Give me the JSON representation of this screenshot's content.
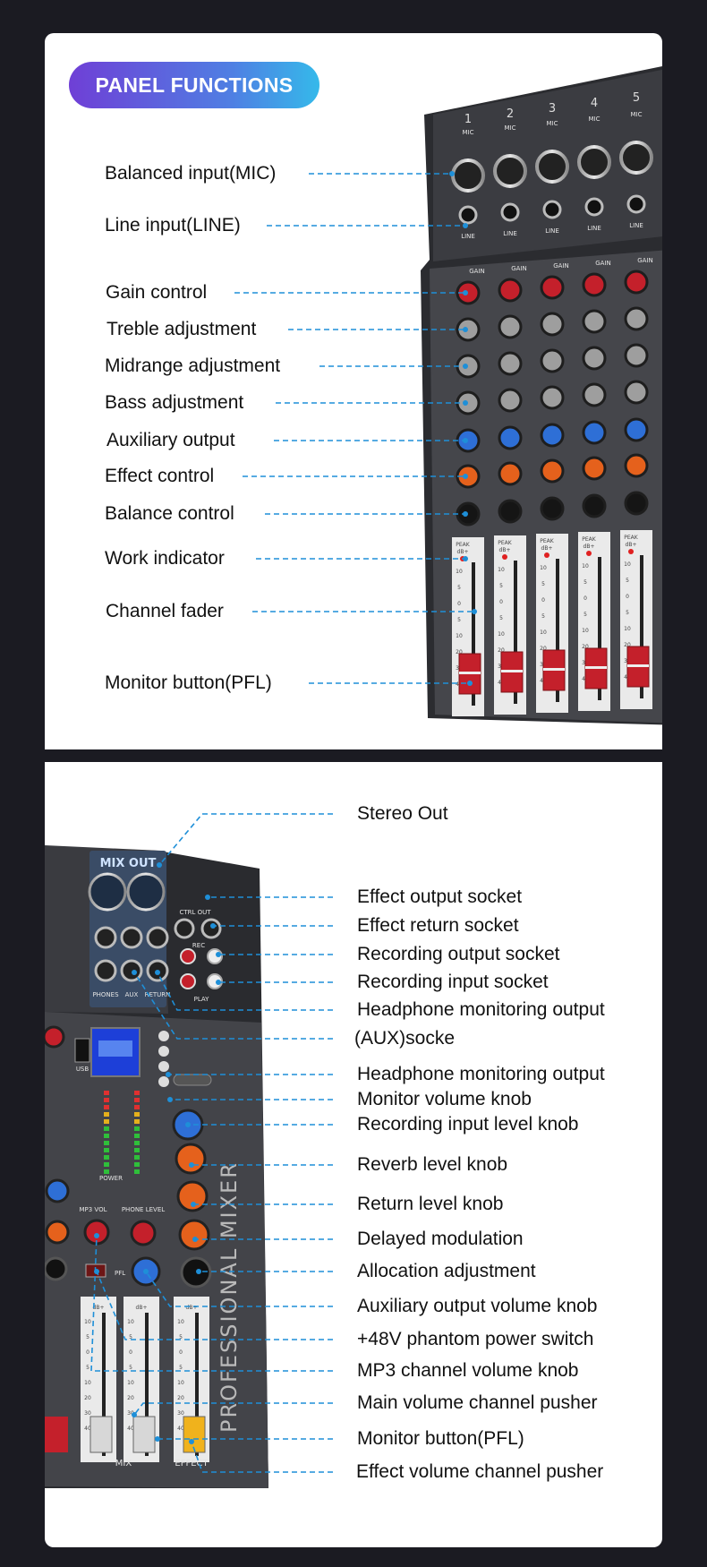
{
  "header": {
    "title": "PANEL FUNCTIONS"
  },
  "top_labels": [
    "Balanced input(MIC)",
    "Line input(LINE)",
    "Gain control",
    "Treble adjustment",
    "Midrange adjustment",
    "Bass adjustment",
    "Auxiliary output",
    "Effect control",
    "Balance control",
    "Work indicator",
    "Channel fader",
    "Monitor button(PFL)"
  ],
  "bottom_labels": [
    "Stereo Out",
    "Effect output socket",
    "Effect return socket",
    "Recording output socket",
    "Recording input socket",
    "Headphone monitoring output",
    "(AUX)socke",
    "Headphone monitoring output",
    "Monitor volume knob",
    "Recording input level knob",
    "Reverb level knob",
    "Return level knob",
    "Delayed modulation",
    "Allocation adjustment",
    "Auxiliary output volume knob",
    "+48V phantom power switch",
    "MP3 channel volume knob",
    "Main volume channel pusher",
    "Monitor button(PFL)",
    "Effect  volume channel pusher"
  ],
  "mixer": {
    "channel_numbers": [
      "1",
      "2",
      "3",
      "4",
      "5"
    ],
    "mic_label": "MIC",
    "line_label": "LINE",
    "gain_label": "GAIN",
    "peak_label": "PEAK",
    "db_label": "dB+",
    "fader_scale": [
      "10",
      "5",
      "0",
      "5",
      "10",
      "20",
      "30",
      "40"
    ],
    "mix_out": "MIX OUT",
    "brand_text": "PROFESSIONAL MIXER",
    "mix_label": "MIX",
    "effect_label": "EFFECT",
    "ctrl_out": "CTRL OUT",
    "rec_label": "REC",
    "play_label": "PLAY",
    "phones_label": "PHONES",
    "aux_label": "AUX",
    "return_label": "RETURN",
    "usb_label": "USB",
    "mp3_vol": "MP3 VOL",
    "phone_level": "PHONE LEVEL",
    "pfl_label": "PFL",
    "power_label": "POWER"
  },
  "colors": {
    "accent": "#1e8fd8",
    "gain_knob": "#c4202b",
    "aux_knob": "#2e6fd6",
    "effect_knob": "#e5611c",
    "panel": "#3a3b40",
    "pill_start": "#6f3fd6",
    "pill_end": "#35b9ea"
  }
}
